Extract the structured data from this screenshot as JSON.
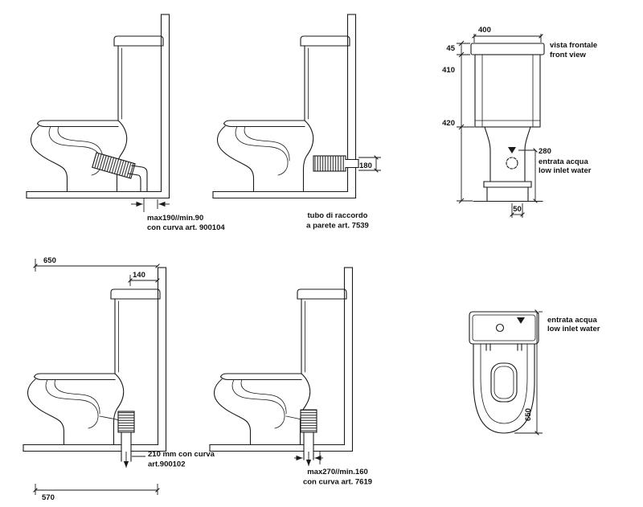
{
  "sheet": {
    "background": "#ffffff",
    "line_color": "#1a1a1a"
  },
  "top_left": {
    "note_line1": "max190//min.90",
    "note_line2": "con curva art. 900104"
  },
  "top_middle": {
    "dim_height": "180",
    "note_line1": "tubo di raccordo",
    "note_line2": "a parete art. 7539"
  },
  "front_view": {
    "title_line1": "vista frontale",
    "title_line2": "front view",
    "dim_width": "400",
    "dim_lid_height": "45",
    "dim_cistern_height": "410",
    "dim_bowl_height": "420",
    "dim_inlet_height": "280",
    "dim_inlet_offset": "50",
    "inlet_line1": "entrata acqua",
    "inlet_line2": "low inlet water"
  },
  "bottom_left": {
    "dim_depth": "650",
    "dim_wall_distance": "140",
    "dim_front_distance": "570",
    "note_line1": "210 mm con curva",
    "note_line2": "art.900102"
  },
  "bottom_middle": {
    "note_line1": "max270//min.160",
    "note_line2": "con curva art. 7619"
  },
  "plan_view": {
    "dim_depth": "650",
    "inlet_line1": "entrata acqua",
    "inlet_line2": "low inlet water"
  }
}
